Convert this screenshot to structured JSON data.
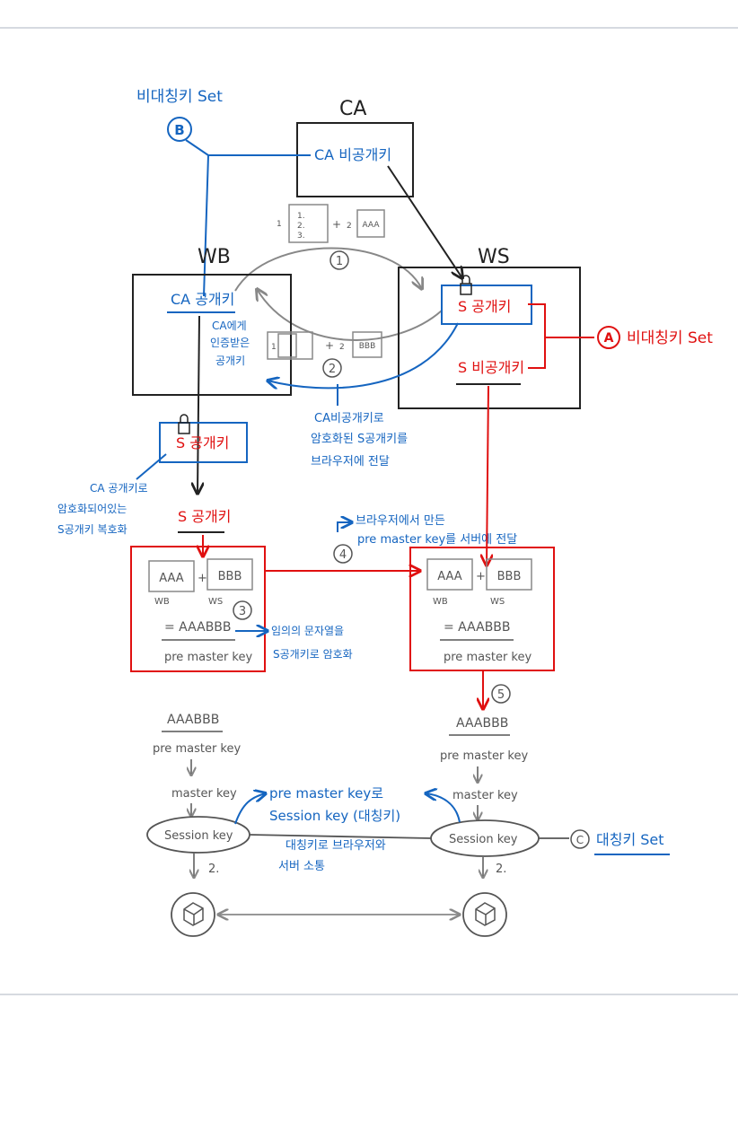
{
  "colors": {
    "ink": "#222222",
    "blue": "#1565c0",
    "red": "#e01010",
    "gray": "#888888",
    "rule": "#c8cdd6"
  },
  "labels": {
    "ca_title": "CA",
    "ca_private_key": "CA 비공개키",
    "set_b_title": "비대칭키 Set",
    "set_b_marker": "B",
    "wb_title": "WB",
    "ws_title": "WS",
    "wb_ca_public_key": "CA 공개키",
    "ca_cert_note": [
      "CA에게",
      "인증받은",
      "공개키"
    ],
    "ws_s_public_key": "S 공개키",
    "ws_s_private_key": "S 비공개키",
    "set_a_marker": "A",
    "set_a_title": "비대칭키 Set",
    "step1": "1",
    "step2": "2",
    "step3": "3",
    "step4": "4",
    "step5": "5",
    "cert_list": [
      "1.",
      "2.",
      "3."
    ],
    "cert_left_num": "1",
    "cert_right_num": "2",
    "aaa": "AAA",
    "bbb": "BBB",
    "plus": "+",
    "encrypted_note": [
      "CA비공개키로",
      "암호화된 S공개키를",
      "브라우저에 전달"
    ],
    "wb_encrypted_s_key": "S 공개키",
    "decrypt_note": [
      "CA 공개키로",
      "암호화되어있는",
      "S공개키 복호화"
    ],
    "wb_s_key": "S 공개키",
    "transfer_note": [
      "브라우저에서 만든",
      "pre master key를 서버에 전달"
    ],
    "wb_label": "WB",
    "ws_label": "WS",
    "combined": "= AAABBB",
    "pre_master_key": "pre master key",
    "encrypt_random_note": [
      "임의의 문자열을",
      "S공개키로 암호화"
    ],
    "aaabbb": "AAABBB",
    "master_key": "master key",
    "session_key": "Session key",
    "session_note": [
      "pre master key로",
      "Session key (대칭키)"
    ],
    "symmetric_note": [
      "대칭키로 브라우저와",
      "서버 소통"
    ],
    "set_c_marker": "C",
    "set_c_title": "대칭키 Set",
    "step_two": "2."
  }
}
